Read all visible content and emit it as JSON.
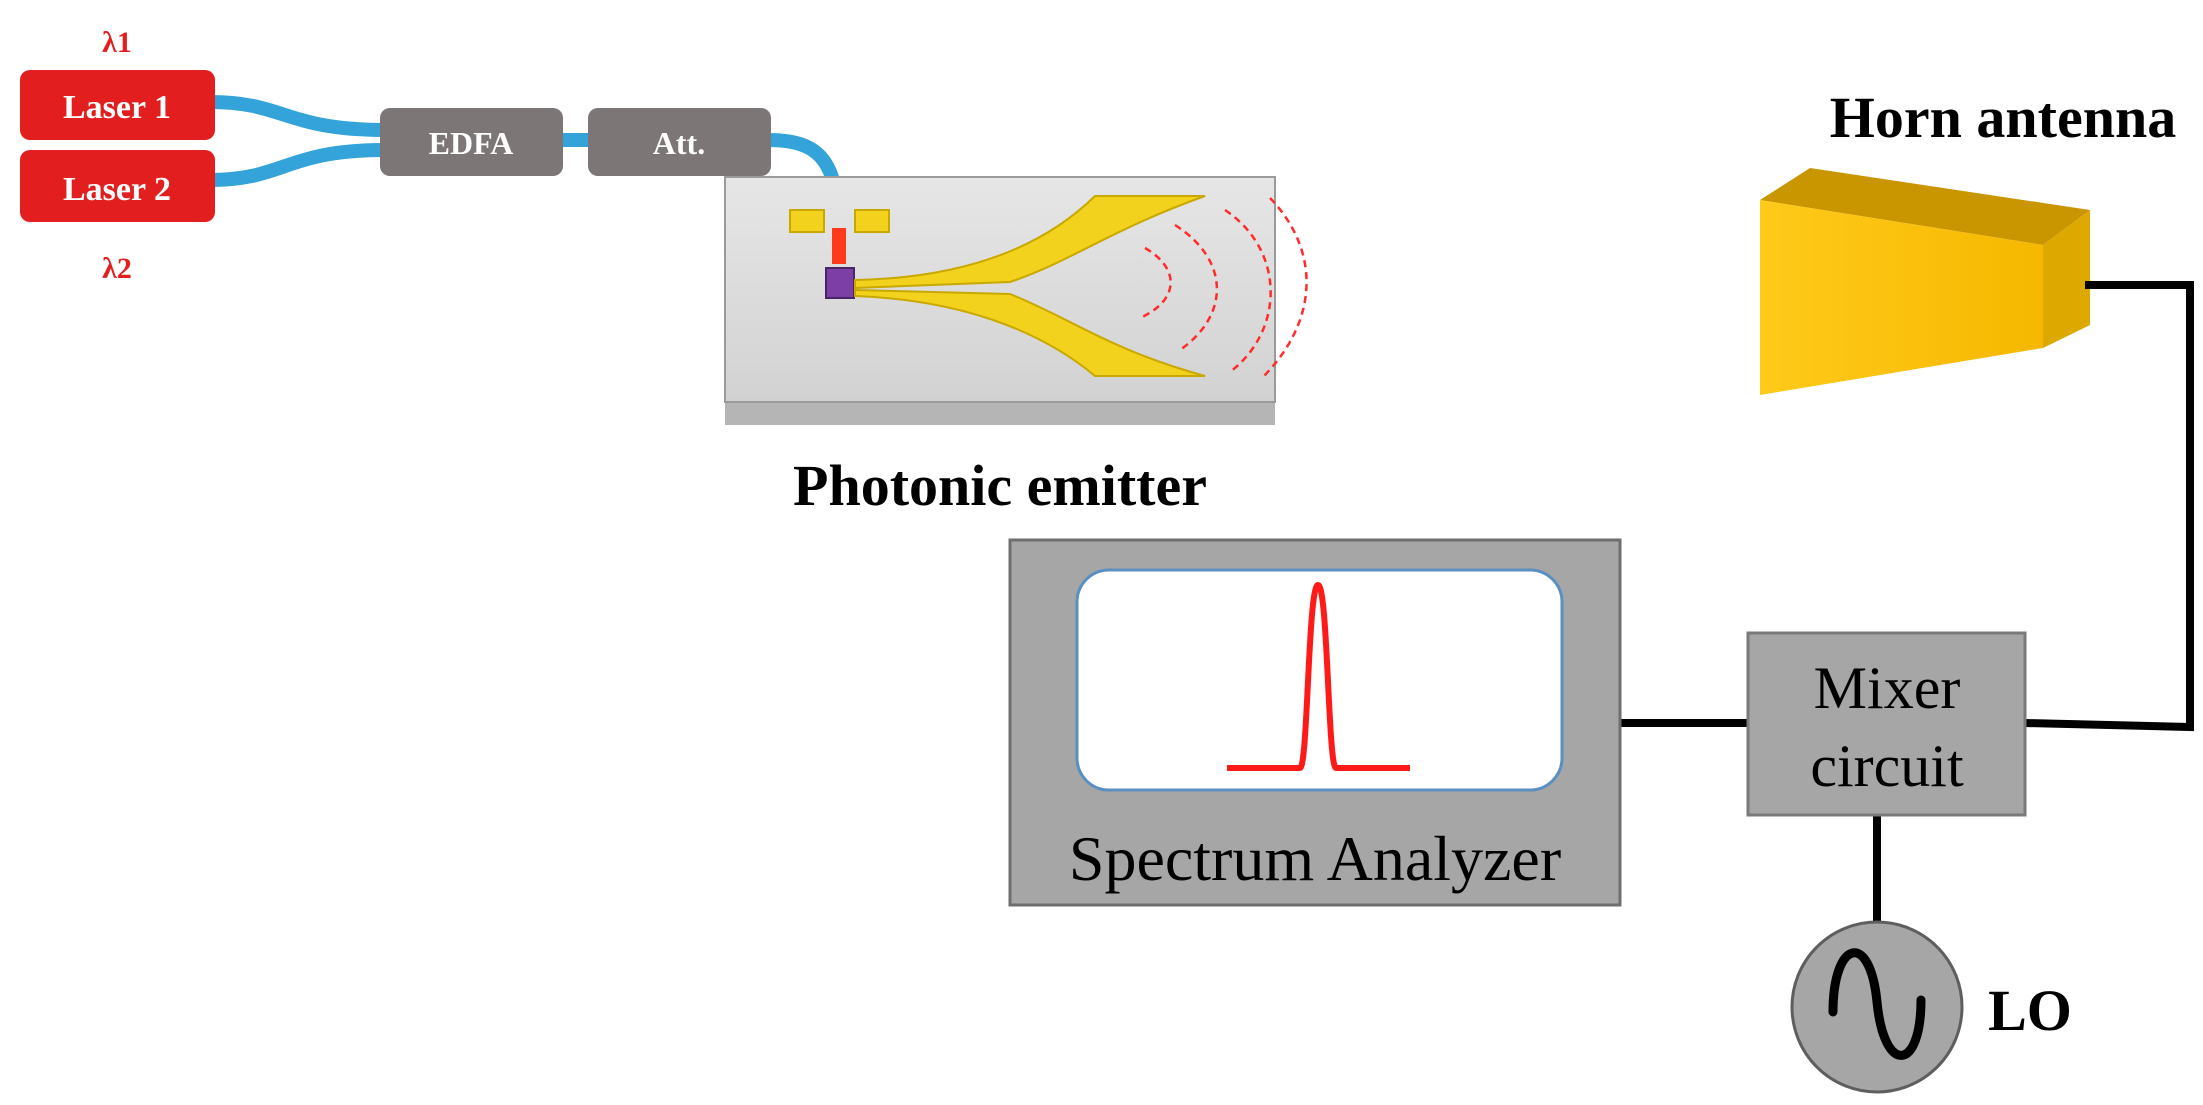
{
  "lasers": {
    "laser1_label": "Laser 1",
    "laser2_label": "Laser 2",
    "lambda1": "λ1",
    "lambda2": "λ2"
  },
  "edfa_label": "EDFA",
  "attenuator_label": "Att.",
  "photonic_emitter_label": "Photonic emitter",
  "horn_antenna_label": "Horn antenna",
  "spectrum_analyzer_label": "Spectrum Analyzer",
  "mixer": {
    "line1": "Mixer",
    "line2": "circuit"
  },
  "lo_label": "LO",
  "colors": {
    "laser_red": "#e31e1e",
    "fiber_blue": "#33a3d9",
    "box_gray": "#7d7676",
    "instrument_gray": "#a6a6a6",
    "horn_yellow": "#ffc20e",
    "antenna_gold": "#f2d21c",
    "signal_red": "#ff1a1a",
    "cable_black": "#000000"
  }
}
